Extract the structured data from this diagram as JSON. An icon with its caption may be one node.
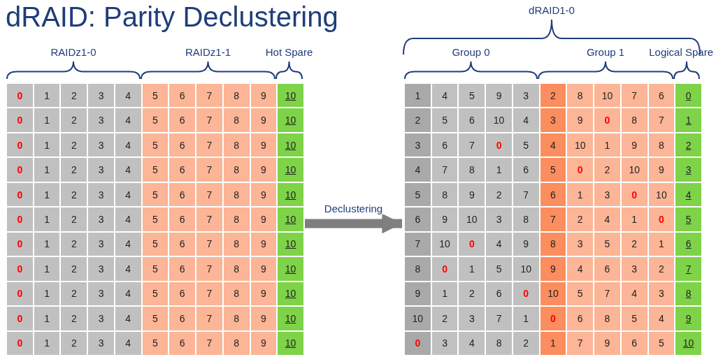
{
  "diagram": {
    "title": "dRAID: Parity Declustering",
    "nodes": [
      {
        "text": [],
        "shape": "box"
      },
      {
        "text": [],
        "shape": "box"
      }
    ],
    "edges": [
      {
        "from": 0,
        "to": 1,
        "arrow": "to",
        "label": "Declustering"
      }
    ],
    "labels": [
      "dRAID1-0",
      "RAIDz1-0",
      "RAIDz1-1",
      "Hot Spare",
      "Group 0",
      "Group 1",
      "Logical Spare",
      "0",
      "1",
      "2",
      "3",
      "4",
      "5",
      "6",
      "7",
      "8",
      "9",
      "10",
      "0",
      "1",
      "2",
      "3",
      "4",
      "5",
      "6",
      "7",
      "8",
      "9",
      "10",
      "0",
      "1",
      "2",
      "3",
      "4",
      "5",
      "6",
      "7",
      "8",
      "9",
      "10",
      "0",
      "1",
      "2",
      "3",
      "4",
      "5",
      "6",
      "7",
      "8",
      "9",
      "10",
      "0",
      "1",
      "2",
      "3",
      "4",
      "5",
      "6",
      "7",
      "8",
      "9",
      "10",
      "0",
      "1",
      "2",
      "3",
      "4",
      "5",
      "6",
      "7",
      "8",
      "9",
      "10",
      "0",
      "1",
      "2",
      "3",
      "4",
      "5",
      "6",
      "7",
      "8",
      "9",
      "10",
      "0",
      "1",
      "2",
      "3",
      "4",
      "5",
      "6",
      "7",
      "8",
      "9",
      "10",
      "0",
      "1",
      "2",
      "3",
      "4",
      "5",
      "6",
      "7",
      "8",
      "9",
      "10",
      "0",
      "1",
      "2",
      "3",
      "4",
      "5",
      "6",
      "7",
      "8",
      "9",
      "10",
      "0",
      "1",
      "2",
      "3",
      "4",
      "5",
      "6",
      "7",
      "8",
      "9",
      "10",
      "1",
      "4",
      "5",
      "9",
      "3",
      "2",
      "8",
      "10",
      "7",
      "6",
      "0",
      "2",
      "5",
      "6",
      "10",
      "4",
      "3",
      "9",
      "0",
      "8",
      "7",
      "1",
      "3",
      "6",
      "7",
      "0",
      "5",
      "4",
      "10",
      "1",
      "9",
      "8",
      "2",
      "4",
      "7",
      "8",
      "1",
      "6",
      "5",
      "0",
      "2",
      "10",
      "9",
      "3",
      "5",
      "8",
      "9",
      "2",
      "7",
      "6",
      "1",
      "3",
      "0",
      "10",
      "4",
      "6",
      "9",
      "10",
      "3",
      "8",
      "7",
      "2",
      "4",
      "1",
      "0",
      "5",
      "7",
      "10",
      "0",
      "4",
      "9",
      "8",
      "3",
      "5",
      "2",
      "1",
      "6",
      "8",
      "0",
      "1",
      "5",
      "10",
      "9",
      "4",
      "6",
      "3",
      "2",
      "7",
      "9",
      "1",
      "2",
      "6",
      "0",
      "10",
      "5",
      "7",
      "4",
      "3",
      "8",
      "10",
      "2",
      "3",
      "7",
      "1",
      "0",
      "6",
      "8",
      "5",
      "4",
      "9",
      "0",
      "3",
      "4",
      "8",
      "2",
      "1",
      "7",
      "9",
      "6",
      "5",
      "10"
    ]
  }
}
